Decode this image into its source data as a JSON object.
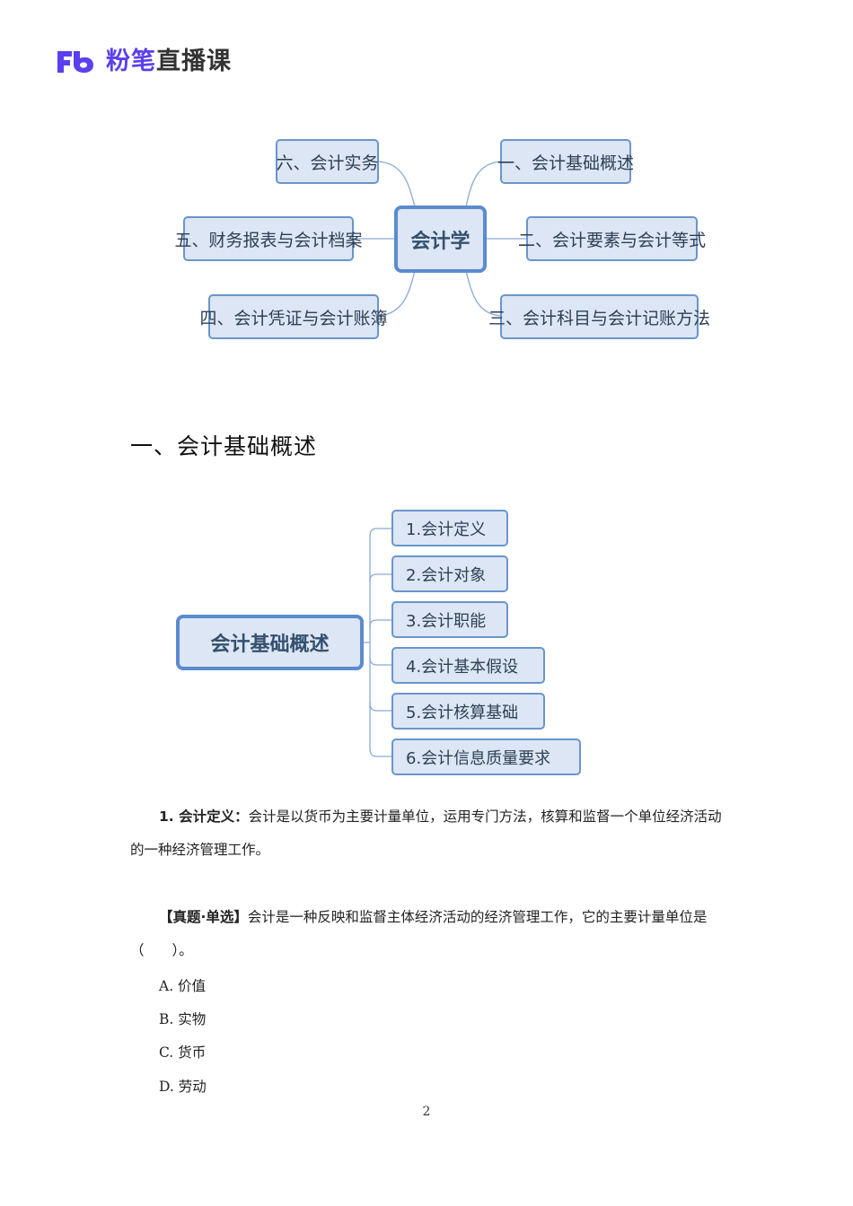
{
  "header": {
    "logo_mark": "Fb",
    "brand": "粉笔",
    "product": "直播课",
    "brand_color": "#5b3ff1"
  },
  "mindmap_main": {
    "root": "会计学",
    "branches": [
      {
        "label": "一、会计基础概述"
      },
      {
        "label": "二、会计要素与会计等式"
      },
      {
        "label": "三、会计科目与会计记账方法"
      },
      {
        "label": "四、会计凭证与会计账簿"
      },
      {
        "label": "五、财务报表与会计档案"
      },
      {
        "label": "六、会计实务"
      }
    ]
  },
  "section": {
    "title": "一、会计基础概述"
  },
  "mindmap_section": {
    "root": "会计基础概述",
    "items": [
      {
        "label": "1.会计定义"
      },
      {
        "label": "2.会计对象"
      },
      {
        "label": "3.会计职能"
      },
      {
        "label": "4.会计基本假设"
      },
      {
        "label": "5.会计核算基础"
      },
      {
        "label": "6.会计信息质量要求"
      }
    ]
  },
  "definition": {
    "label": "1. 会计定义：",
    "text": "会计是以货币为主要计量单位，运用专门方法，核算和监督一个单位经济活动的一种经济管理工作。"
  },
  "question": {
    "tag": "【真题·单选】",
    "stem": "会计是一种反映和监督主体经济活动的经济管理工作，它的主要计量单位是（　　）。",
    "options": [
      {
        "label": "A. 价值"
      },
      {
        "label": "B. 实物"
      },
      {
        "label": "C. 货币"
      },
      {
        "label": "D. 劳动"
      }
    ]
  },
  "footer": {
    "page_number": "2"
  },
  "colors": {
    "node_fill": "#dce6f4",
    "node_border": "#6a95cc",
    "root_border": "#5b8bcf",
    "connector": "#8aaad4"
  }
}
